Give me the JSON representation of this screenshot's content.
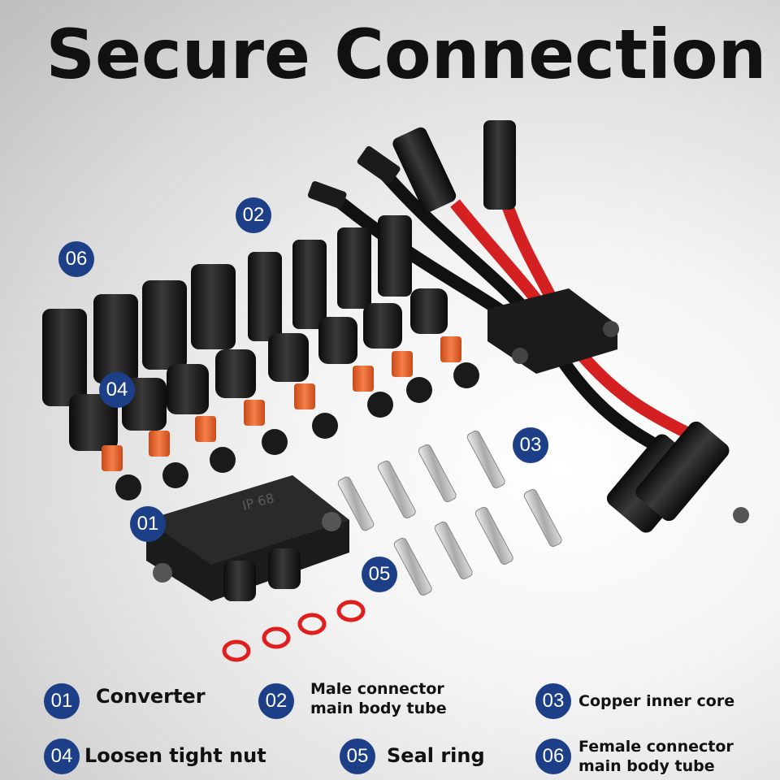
{
  "title": "Secure Connection",
  "product": {
    "converter_marking": "IP 68",
    "converter_marking_small": "IP 68"
  },
  "markers": {
    "m01": "01",
    "m02": "02",
    "m03": "03",
    "m04": "04",
    "m05": "05",
    "m06": "06"
  },
  "legend": [
    {
      "num": "01",
      "label": "Converter"
    },
    {
      "num": "02",
      "label_line1": "Male connector",
      "label_line2": "main body tube"
    },
    {
      "num": "03",
      "label": "Copper inner core"
    },
    {
      "num": "04",
      "label": "Loosen tight nut"
    },
    {
      "num": "05",
      "label": "Seal ring"
    },
    {
      "num": "06",
      "label_line1": "Female connector",
      "label_line2": "main body tube"
    }
  ],
  "colors": {
    "badge": "#1c3f88",
    "cable_red": "#d42020",
    "seal_orange": "#e8632c",
    "plastic": "#1a1a1a"
  }
}
